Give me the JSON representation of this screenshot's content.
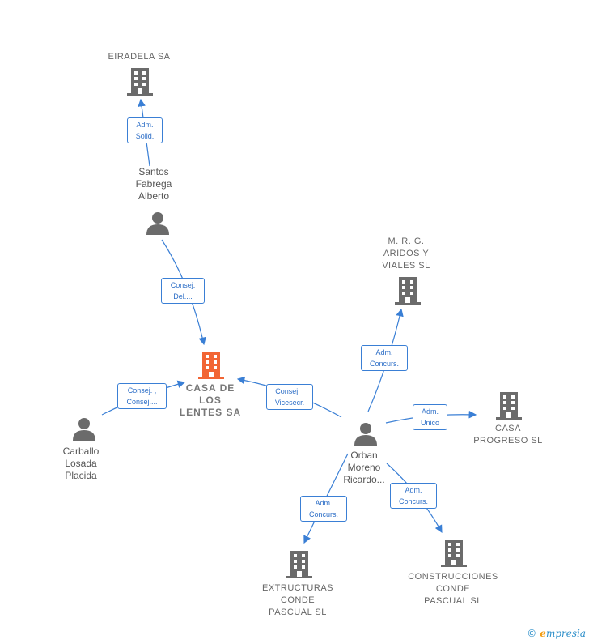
{
  "colors": {
    "accent": "#3a7fd5",
    "center_node": "#f26534",
    "node": "#6b6b6b"
  },
  "nodes": {
    "eiradela": "EIRADELA SA",
    "santos": "Santos\nFabrega\nAlberto",
    "casa_lentes": "CASA DE\nLOS\nLENTES SA",
    "carballo": "Carballo\nLosada\nPlacida",
    "orban": "Orban\nMoreno\nRicardo...",
    "mrg": "M.  R. G.\nARIDOS Y\nVIALES SL",
    "casa_progreso": "CASA\nPROGRESO  SL",
    "extructuras": "EXTRUCTURAS\nCONDE\nPASCUAL SL",
    "construcciones": "CONSTRUCCIONES\nCONDE\nPASCUAL SL"
  },
  "edges": {
    "santos_eiradela": "Adm.\nSolid.",
    "santos_lentes": "Consej.\nDel....",
    "carballo_lentes": "Consej. ,\nConsej....",
    "orban_lentes": "Consej. ,\nVicesecr.",
    "orban_mrg": "Adm.\nConcurs.",
    "orban_progreso": "Adm.\nUnico",
    "orban_extructuras": "Adm.\nConcurs.",
    "orban_construcciones": "Adm.\nConcurs."
  },
  "footer": {
    "copyright": "©",
    "brand_initial": "e",
    "brand_rest": "mpresia"
  }
}
